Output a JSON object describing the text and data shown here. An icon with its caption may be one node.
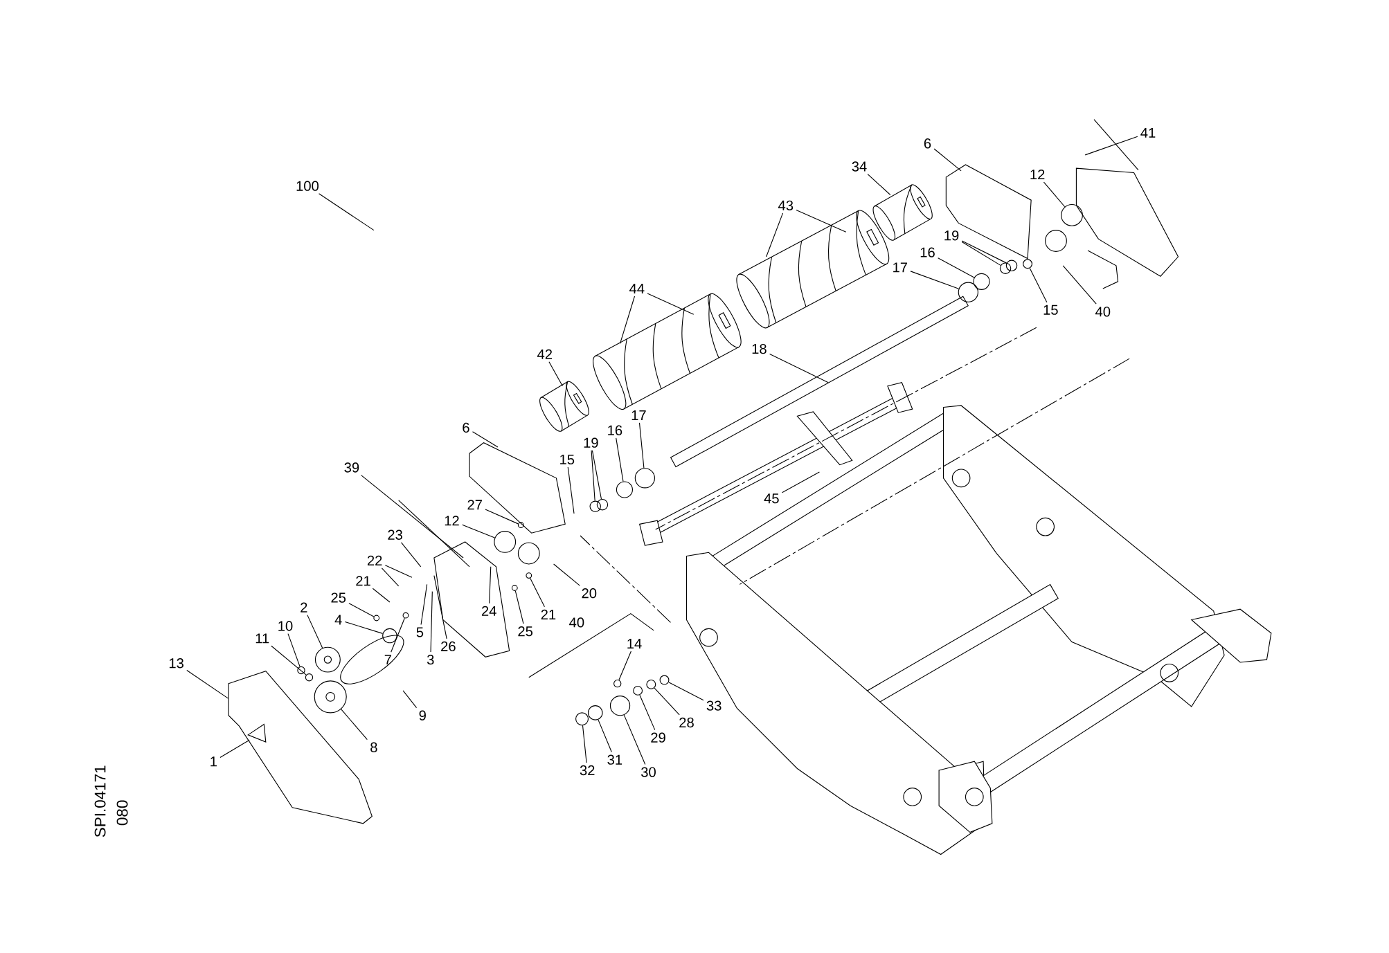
{
  "diagram": {
    "nodes": [
      {
        "text": [
          "100"
        ]
      },
      {
        "text": [
          "41"
        ]
      },
      {
        "text": [
          "6"
        ]
      },
      {
        "text": [
          "34"
        ]
      },
      {
        "text": [
          "12"
        ]
      },
      {
        "text": [
          "43"
        ]
      },
      {
        "text": [
          "19"
        ]
      },
      {
        "text": [
          "16"
        ]
      },
      {
        "text": [
          "17"
        ]
      },
      {
        "text": [
          "44"
        ]
      },
      {
        "text": [
          "15"
        ]
      },
      {
        "text": [
          "40"
        ]
      },
      {
        "text": [
          "18"
        ]
      },
      {
        "text": [
          "42"
        ]
      },
      {
        "text": [
          "17"
        ]
      },
      {
        "text": [
          "6"
        ]
      },
      {
        "text": [
          "16"
        ]
      },
      {
        "text": [
          "19"
        ]
      },
      {
        "text": [
          "15"
        ]
      },
      {
        "text": [
          "39"
        ]
      },
      {
        "text": [
          "45"
        ]
      },
      {
        "text": [
          "27"
        ]
      },
      {
        "text": [
          "12"
        ]
      },
      {
        "text": [
          "23"
        ]
      },
      {
        "text": [
          "22"
        ]
      },
      {
        "text": [
          "21"
        ]
      },
      {
        "text": [
          "20"
        ]
      },
      {
        "text": [
          "25"
        ]
      },
      {
        "text": [
          "2"
        ]
      },
      {
        "text": [
          "24"
        ]
      },
      {
        "text": [
          "21"
        ]
      },
      {
        "text": [
          "4"
        ]
      },
      {
        "text": [
          "40"
        ]
      },
      {
        "text": [
          "10"
        ]
      },
      {
        "text": [
          "5"
        ]
      },
      {
        "text": [
          "25"
        ]
      },
      {
        "text": [
          "11"
        ]
      },
      {
        "text": [
          "14"
        ]
      },
      {
        "text": [
          "26"
        ]
      },
      {
        "text": [
          "7"
        ]
      },
      {
        "text": [
          "3"
        ]
      },
      {
        "text": [
          "13"
        ]
      },
      {
        "text": [
          "33"
        ]
      },
      {
        "text": [
          "9"
        ]
      },
      {
        "text": [
          "28"
        ]
      },
      {
        "text": [
          "29"
        ]
      },
      {
        "text": [
          "8"
        ]
      },
      {
        "text": [
          "31"
        ]
      },
      {
        "text": [
          "1"
        ]
      },
      {
        "text": [
          "32"
        ]
      },
      {
        "text": [
          "30"
        ]
      },
      {
        "text": [],
        "shape": "circle"
      },
      {
        "text": [],
        "shape": "circle"
      },
      {
        "text": [],
        "shape": "circle"
      },
      {
        "text": [],
        "shape": "circle"
      },
      {
        "text": [],
        "shape": "circle"
      },
      {
        "text": [],
        "shape": "circle"
      },
      {
        "text": [],
        "shape": "circle"
      },
      {
        "text": [],
        "shape": "circle"
      },
      {
        "text": [],
        "shape": "circle"
      },
      {
        "text": [],
        "shape": "circle"
      },
      {
        "text": [],
        "shape": "circle"
      },
      {
        "text": [],
        "shape": "circle"
      },
      {
        "text": [],
        "shape": "circle"
      },
      {
        "text": [],
        "shape": "circle"
      },
      {
        "text": [],
        "shape": "circle"
      },
      {
        "text": [],
        "shape": "circle"
      },
      {
        "text": [],
        "shape": "circle"
      },
      {
        "text": [],
        "shape": "circle"
      },
      {
        "text": [],
        "shape": "circle"
      },
      {
        "text": [],
        "shape": "picture"
      },
      {
        "text": [],
        "shape": "triangle",
        "in": 70
      },
      {
        "text": [],
        "shape": "circle"
      },
      {
        "text": [],
        "shape": "circle"
      },
      {
        "text": [],
        "shape": "circle"
      },
      {
        "text": [],
        "shape": "circle"
      },
      {
        "text": [],
        "shape": "circle"
      },
      {
        "text": [],
        "shape": "circle"
      },
      {
        "text": [],
        "shape": "circle"
      },
      {
        "text": [],
        "shape": "circle"
      },
      {
        "text": [],
        "shape": "circle"
      }
    ],
    "edges": [
      {
        "from": 0,
        "to": null,
        "arrow": "none"
      },
      {
        "from": 1,
        "to": null,
        "arrow": "none"
      },
      {
        "from": 2,
        "to": null,
        "arrow": "none"
      },
      {
        "from": 3,
        "to": null,
        "arrow": "none"
      },
      {
        "from": 4,
        "to": 69,
        "arrow": "none"
      },
      {
        "from": 5,
        "to": null,
        "arrow": "none"
      },
      {
        "from": 5,
        "to": null,
        "arrow": "none"
      },
      {
        "from": 6,
        "to": 67,
        "arrow": "none"
      },
      {
        "from": 6,
        "to": 68,
        "arrow": "none"
      },
      {
        "from": 7,
        "to": 66,
        "arrow": "none"
      },
      {
        "from": 8,
        "to": 65,
        "arrow": "none"
      },
      {
        "from": 9,
        "to": null,
        "arrow": "none"
      },
      {
        "from": 9,
        "to": null,
        "arrow": "none"
      },
      {
        "from": 10,
        "to": 72,
        "arrow": "none"
      },
      {
        "from": 11,
        "to": null,
        "arrow": "none"
      },
      {
        "from": 12,
        "to": null,
        "arrow": "none"
      },
      {
        "from": 13,
        "to": null,
        "arrow": "none"
      },
      {
        "from": 14,
        "to": 62,
        "arrow": "none"
      },
      {
        "from": 15,
        "to": null,
        "arrow": "none"
      },
      {
        "from": 16,
        "to": 60,
        "arrow": "none"
      },
      {
        "from": 17,
        "to": 56,
        "arrow": "none"
      },
      {
        "from": 17,
        "to": 58,
        "arrow": "none"
      },
      {
        "from": 18,
        "to": null,
        "arrow": "none"
      },
      {
        "from": 19,
        "to": null,
        "arrow": "none"
      },
      {
        "from": 20,
        "to": null,
        "arrow": "none"
      },
      {
        "from": 21,
        "to": 76,
        "arrow": "none"
      },
      {
        "from": 22,
        "to": 54,
        "arrow": "none"
      },
      {
        "from": 23,
        "to": null,
        "arrow": "none"
      },
      {
        "from": 24,
        "to": null,
        "arrow": "none"
      },
      {
        "from": 24,
        "to": null,
        "arrow": "none"
      },
      {
        "from": 25,
        "to": null,
        "arrow": "none"
      },
      {
        "from": 26,
        "to": null,
        "arrow": "none"
      },
      {
        "from": 27,
        "to": 77,
        "arrow": "none"
      },
      {
        "from": 28,
        "to": 51,
        "arrow": "none"
      },
      {
        "from": 29,
        "to": null,
        "arrow": "none"
      },
      {
        "from": 30,
        "to": 80,
        "arrow": "none"
      },
      {
        "from": 31,
        "to": 53,
        "arrow": "none"
      },
      {
        "from": 33,
        "to": 73,
        "arrow": "none"
      },
      {
        "from": 34,
        "to": null,
        "arrow": "none"
      },
      {
        "from": 35,
        "to": 78,
        "arrow": "none"
      },
      {
        "from": 36,
        "to": 74,
        "arrow": "none"
      },
      {
        "from": 37,
        "to": 75,
        "arrow": "none"
      },
      {
        "from": 38,
        "to": null,
        "arrow": "none"
      },
      {
        "from": 39,
        "to": 79,
        "arrow": "none"
      },
      {
        "from": 40,
        "to": null,
        "arrow": "none"
      },
      {
        "from": 41,
        "to": 70,
        "arrow": "none"
      },
      {
        "from": 42,
        "to": 64,
        "arrow": "none"
      },
      {
        "from": 43,
        "to": null,
        "arrow": "none"
      },
      {
        "from": 44,
        "to": 63,
        "arrow": "none"
      },
      {
        "from": 45,
        "to": 61,
        "arrow": "none"
      },
      {
        "from": 46,
        "to": 52,
        "arrow": "none"
      },
      {
        "from": 47,
        "to": 57,
        "arrow": "none"
      },
      {
        "from": 48,
        "to": 71,
        "arrow": "none"
      },
      {
        "from": 49,
        "to": 55,
        "arrow": "none"
      },
      {
        "from": 50,
        "to": 59,
        "arrow": "none"
      }
    ],
    "labels": [
      "080",
      "SPI.04171"
    ]
  }
}
